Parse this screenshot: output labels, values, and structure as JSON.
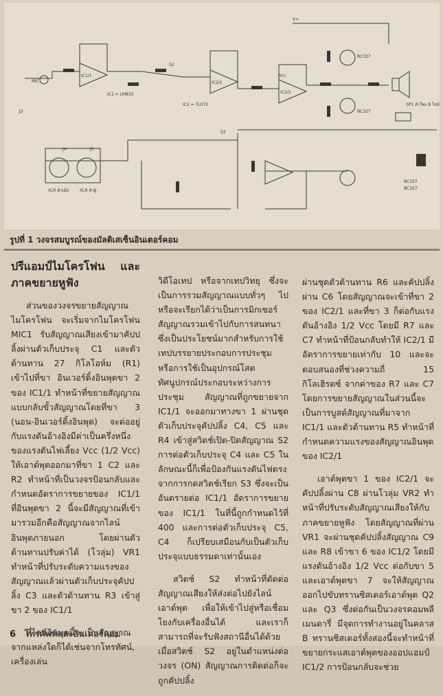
{
  "schematic": {
    "labels": {
      "mic": "MIC",
      "j3": "J3",
      "j4": "J4",
      "j5": "J5",
      "ic1": "IC1/1",
      "ic2": "IC2/1",
      "ic22": "IC2/2",
      "s2": "S2",
      "s3": "S3",
      "q2": "BC337",
      "q3": "BC327",
      "xlr1": "XLR ตัวเมีย",
      "xlr2": "XLR ตัวผู้",
      "sp": "SP1 ลำโพง 8 โอห์ม",
      "bc337": "BC337",
      "bc327": "BC327",
      "ic_lm833": "IC1 = LM833",
      "ic_tl072": "IC2 = TL072",
      "vcc": "Vcc",
      "vplus": "V+"
    }
  },
  "caption": "รูปที่ 1 วงจรสมบูรณ์ของมัลติเสเซ็นอินเตอร์คอม",
  "col1": {
    "heading": "ปรีแอมป์ไมโครโฟน และภาคขยายหูฟัง",
    "p1": "ส่วนของวงจรขยายสัญญาณไมโครโฟน จะเริ่มจากไมโครโฟน MIC1 รับสัญญาณเสียงเข้ามาคัปปลิ้งผ่านตัวเก็บประจุ C1 และตัวต้านทาน 27 กิโลโอห์ม (R1) เข้าไปที่ขา อินเวอร์ติ้งอินพุตขา 2 ของ IC1/1 ทำหน้าที่ขยายสัญญาณแบบกลับขั้วสัญญาณโดยที่ขา 3 (นอน-อินเวอร์ติ้งอินพุต) จะต่ออยู่กับแรงดันอ้างอิงมีค่าเป็นครึ่งหนึ่งของแรงดันไฟเลี้ยง Vcc (1/2 Vcc) ให้เอาต์พุตออกมาที่ขา 1 C2 และ R2 ทำหน้าที่เป็นวงจรป้อนกลับและกำหนดอัตราการขยายของ IC1/1 ที่อินพุตขา 2 นี้จะมีสัญญาณที่เข้ามารวมอีกคือสัญญาณจากไลน์อินพุตภายนอก โดยผ่านตัวต้านทานปรับค่าได้ (โวลุ่ม) VR1 ทำหน้าที่ปรับระดับความแรงของสัญญาณแล้วผ่านตัวเก็บประจุคัปปลิ้ง C3 และตัวต้านทาน R3 เข้าสู่ขา 2 ของ IC1/1",
    "p2": "ที่ไลน์อินพุตนี้จะเป็นสัญญาณจากแหล่งใดก็ได้เช่นจากโทรทัศน์, เครื่องเล่น"
  },
  "col2": {
    "p1": "วิดีโอเทป หรือจากเทปวิทยุ ซึ่งจะเป็นการรวมสัญญาณแบบทั่วๆ ไป หรือจะเรียกได้ว่าเป็นการมิกเซอร์สัญญาณรวมเข้าไปกับการสนทนา ซึ่งเป็นประโยชน์มากสำหรับการใช้เทปบรรยายประกอบการประชุม หรือการใช้เป็นอุปกรณ์โสตทัศนูปกรณ์ประกอบระหว่างการประชุม สัญญาณที่ถูกขยายจาก IC1/1 จะออกมาทางขา 1 ผ่านชุดตัวเก็บประจุคัปปลิ้ง C4, C5 และ R4 เข้าสู่สวิตช์เปิด-ปิดสัญญาณ S2 การต่อตัวเก็บประจุ C4 และ C5 ในลักษณะนี้ก็เพื่อป้องกันแรงดันไฟตรงจากการกดสวิตช์เรียก S3 ซึ่งจะเป็นอันตรายต่อ IC1/1 อัตราการขยายของ IC1/1 ในที่นี้ถูกกำหนดไว้ที่ 400 และการต่อตัวเก็บประจุ C5, C4 ก็เปรียบเสมือนกับเป็นตัวเก็บประจุแบบธรรมดาเท่านั้นเอง",
    "p2": "สวิตช์ S2 ทำหน้าที่ตัดต่อสัญญาณเสียงให้ส่งต่อไปยังไลน์เอาต์พุต เพื่อให้เข้าไปสู่หรือเชื่อมโยงกับเครื่องอื่นได้ และเราก็สามารถที่จะรับฟังสถานีอื่นได้ด้วย เมื่อสวิตช์ S2 อยู่ในตำแหน่งต่อวงจร (ON) สัญญาณการติดต่อก็จะถูกคัปปลิ้ง"
  },
  "col3": {
    "p1": "ผ่านชุดตัวต้านทาน R6 และคัปปลิ้งผ่าน C6 โดยสัญญาณจะเข้าที่ขา 2 ของ IC2/1 และที่ขา 3 ก็ต่อกับแรงดันอ้างอิง 1/2 Vcc โดยมี R7 และ C7 ทำหน้าที่ป้อนกลับทำให้ IC2/1 มีอัตราการขยายเท่ากับ 10 และจะตอบสนองที่ช่วงความถี่ 15 กิโลเฮิรตซ์ จากค่าของ R7 และ C7 โดยการขยายสัญญาณในส่วนนี้จะเป็นการบูสต์สัญญาณที่มาจาก IC1/1 และตัวต้านทาน R5 ทำหน้าที่กำหนดความแรงของสัญญาณอินพุตของ IC2/1",
    "p2": "เอาต์พุตขา 1 ของ IC2/1 จะคัปปลิ้งผ่าน C8 ผ่านโวลุ่ม VR2 ทำหน้าที่ปรับระดับสัญญาณเสียงให้กับภาคขยายหูฟัง โดยสัญญาณที่ผ่าน VR1 จะผ่านชุดคัปปลิ้งสัญญาณ C9 และ R8 เข้าขา 6 ของ IC1/2 โดยมีแรงดันอ้างอิง 1/2 Vcc ต่อกับขา 5 และเอาต์พุตขา 7 จะให้สัญญาณออกไปขับทรานซิสเตอร์เอาต์พุต Q2 และ Q3 ซึ่งต่อกันเป็นวงจรคอมพลีเมนตารี่ มีจุดการทำงานอยู่ในคลาส B ทรานซิสเตอร์ทั้งสองนี้จะทำหน้าที่ขยายกระแสเอาต์พุตของออปแอมป์ IC1/2 การป้อนกลับจะช่วย"
  },
  "footer": {
    "page_number": "6",
    "title": "โทรศัพท์และอินเตอร์คอม"
  }
}
